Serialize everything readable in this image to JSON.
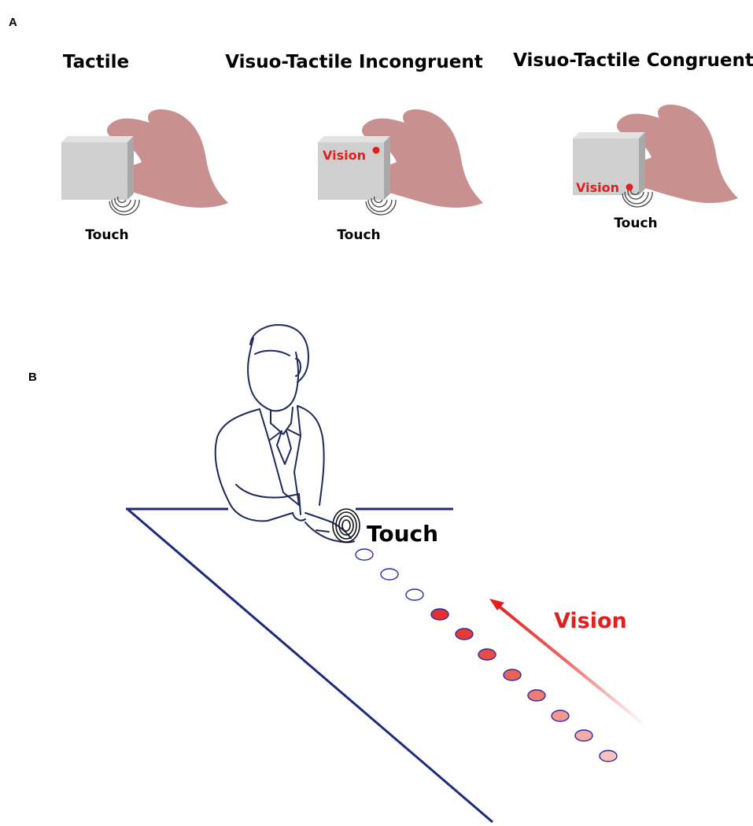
{
  "panel_a": {
    "label": "A",
    "conditions": [
      {
        "title": "Tactile",
        "touch_label": "Touch",
        "vision_label": ""
      },
      {
        "title": "Visuo-Tactile Incongruent",
        "touch_label": "Touch",
        "vision_label": "Vision"
      },
      {
        "title": "Visuo-Tactile Congruent",
        "touch_label": "Touch",
        "vision_label": "Vision"
      }
    ]
  },
  "panel_b": {
    "label": "B",
    "touch_label": "Touch",
    "vision_label": "Vision",
    "led_count": 11,
    "unlit_led_count": 3
  },
  "colors": {
    "hand": "#c99090",
    "box_front": "#cfcfcf",
    "box_top": "#e2e2e2",
    "box_side": "#a8a8a8",
    "vision_red": "#e31e1e",
    "table_line": "#1f2a7a",
    "person_ink": "#1f2a5a"
  }
}
